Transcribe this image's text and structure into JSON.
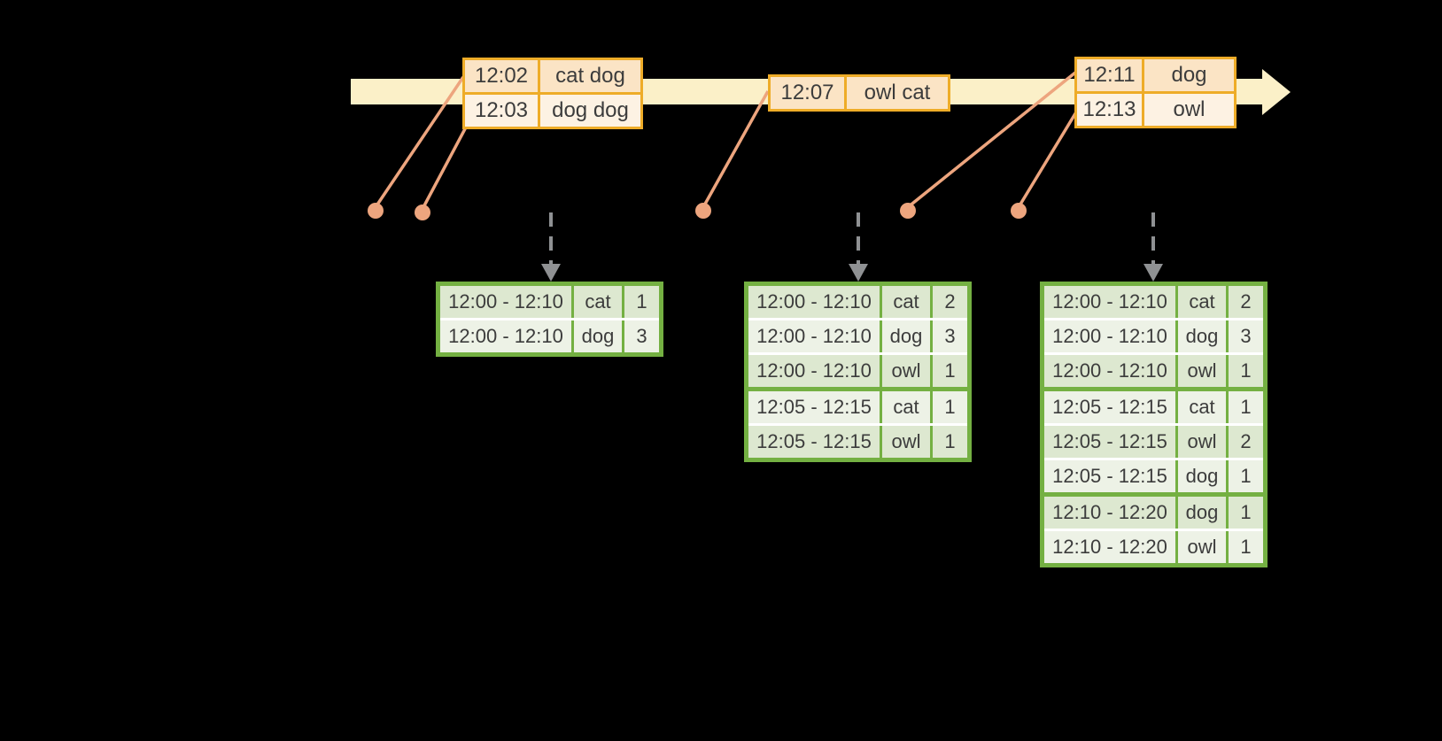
{
  "colors": {
    "background": "#000000",
    "timeline_fill": "#FBF0C8",
    "event_border": "#EEAC28",
    "event_row_dark": "#FBE4C5",
    "event_row_light": "#FDF2E3",
    "connector": "#EDA57E",
    "dashed_arrow": "#8F9193",
    "result_border": "#74B042",
    "result_row_dark": "#DDE8D0",
    "result_row_light": "#EDF2E6",
    "row_separator": "#FFFFFF",
    "text": "#3C3C3C"
  },
  "event_tables": [
    {
      "name": "event-table-1202",
      "rows": [
        {
          "time": "12:02",
          "words": "cat dog"
        },
        {
          "time": "12:03",
          "words": "dog dog"
        }
      ]
    },
    {
      "name": "event-table-1207",
      "rows": [
        {
          "time": "12:07",
          "words": "owl cat"
        }
      ]
    },
    {
      "name": "event-table-1211",
      "rows": [
        {
          "time": "12:11",
          "words": "dog"
        },
        {
          "time": "12:13",
          "words": "owl"
        }
      ]
    }
  ],
  "result_tables": [
    {
      "name": "result-table-1",
      "rows": [
        {
          "window": "12:00 - 12:10",
          "word": "cat",
          "count": "1"
        },
        {
          "window": "12:00 - 12:10",
          "word": "dog",
          "count": "3"
        }
      ]
    },
    {
      "name": "result-table-2",
      "rows": [
        {
          "window": "12:00 - 12:10",
          "word": "cat",
          "count": "2"
        },
        {
          "window": "12:00 - 12:10",
          "word": "dog",
          "count": "3"
        },
        {
          "window": "12:00 - 12:10",
          "word": "owl",
          "count": "1"
        },
        {
          "window": "12:05 - 12:15",
          "word": "cat",
          "count": "1"
        },
        {
          "window": "12:05 - 12:15",
          "word": "owl",
          "count": "1"
        }
      ]
    },
    {
      "name": "result-table-3",
      "rows": [
        {
          "window": "12:00 - 12:10",
          "word": "cat",
          "count": "2"
        },
        {
          "window": "12:00 - 12:10",
          "word": "dog",
          "count": "3"
        },
        {
          "window": "12:00 - 12:10",
          "word": "owl",
          "count": "1"
        },
        {
          "window": "12:05 - 12:15",
          "word": "cat",
          "count": "1"
        },
        {
          "window": "12:05 - 12:15",
          "word": "owl",
          "count": "2"
        },
        {
          "window": "12:05 - 12:15",
          "word": "dog",
          "count": "1"
        },
        {
          "window": "12:10 - 12:20",
          "word": "dog",
          "count": "1"
        },
        {
          "window": "12:10 - 12:20",
          "word": "owl",
          "count": "1"
        }
      ]
    }
  ]
}
